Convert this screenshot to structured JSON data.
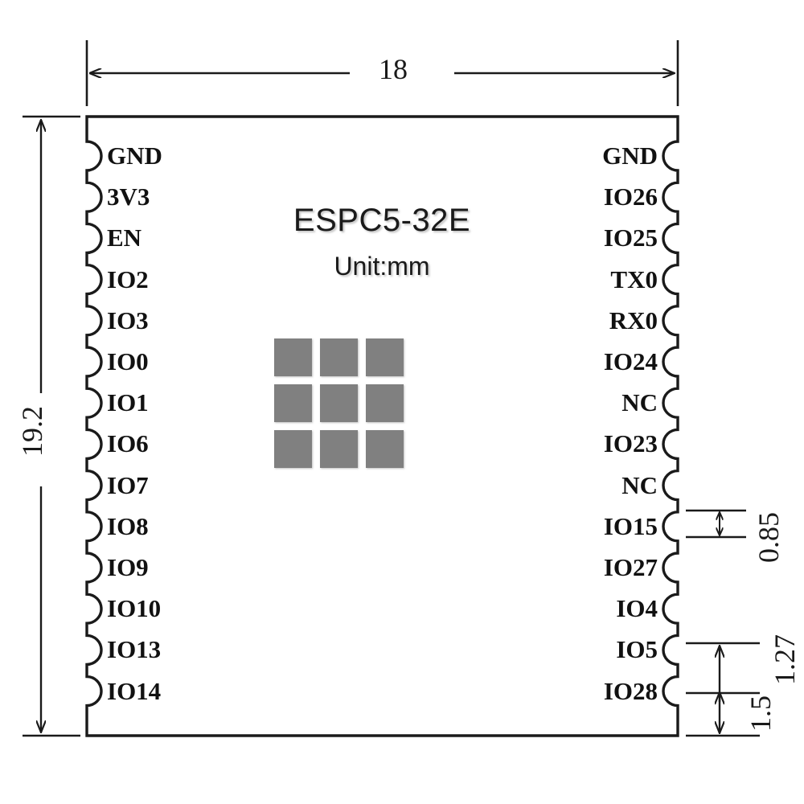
{
  "diagram": {
    "title": "ESPC5-32E",
    "unit_note": "Unit:mm",
    "body_fill": "#ffffff",
    "line_color": "#1a1a1a",
    "pad_color": "#808080"
  },
  "pins": {
    "left": [
      {
        "label": "GND"
      },
      {
        "label": "3V3"
      },
      {
        "label": "EN"
      },
      {
        "label": "IO2"
      },
      {
        "label": "IO3"
      },
      {
        "label": "IO0"
      },
      {
        "label": "IO1"
      },
      {
        "label": "IO6"
      },
      {
        "label": "IO7"
      },
      {
        "label": "IO8"
      },
      {
        "label": "IO9"
      },
      {
        "label": "IO10"
      },
      {
        "label": "IO13"
      },
      {
        "label": "IO14"
      }
    ],
    "right": [
      {
        "label": "GND"
      },
      {
        "label": "IO26"
      },
      {
        "label": "IO25"
      },
      {
        "label": "TX0"
      },
      {
        "label": "RX0"
      },
      {
        "label": "IO24"
      },
      {
        "label": "NC"
      },
      {
        "label": "IO23"
      },
      {
        "label": "NC"
      },
      {
        "label": "IO15"
      },
      {
        "label": "IO27"
      },
      {
        "label": "IO4"
      },
      {
        "label": "IO5"
      },
      {
        "label": "IO28"
      }
    ]
  },
  "dimensions": {
    "width": {
      "value": "18",
      "orientation": "horizontal",
      "position": "top"
    },
    "height": {
      "value": "19.2",
      "orientation": "vertical",
      "position": "left"
    },
    "pad_width": {
      "value": "0.85",
      "orientation": "vertical",
      "position": "right"
    },
    "pad_pitch": {
      "value": "1.27",
      "orientation": "vertical",
      "position": "right"
    },
    "pad_edge": {
      "value": "1.5",
      "orientation": "vertical",
      "position": "right"
    }
  },
  "center_pads": {
    "rows": 3,
    "cols": 3,
    "count": 9
  }
}
